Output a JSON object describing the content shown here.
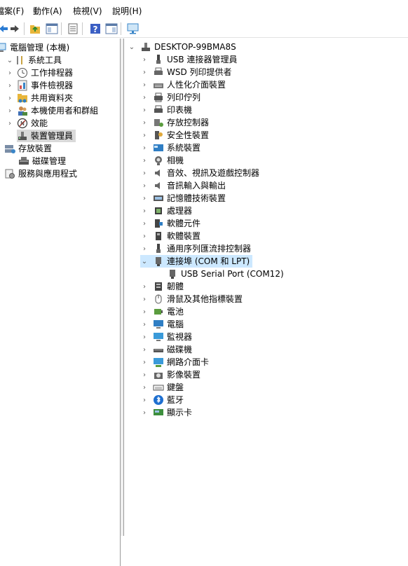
{
  "menu": {
    "file": "檔案(F)",
    "action": "動作(A)",
    "view": "檢視(V)",
    "help": "說明(H)"
  },
  "toolbar": {
    "buttons": [
      "back",
      "forward",
      "up-folder",
      "show-hide-tree",
      "properties",
      "help",
      "show-hide-action-pane",
      "monitor"
    ]
  },
  "left_tree": {
    "root": "電腦管理 (本機)",
    "system_tools": "系統工具",
    "task_scheduler": "工作排程器",
    "event_viewer": "事件檢視器",
    "shared_folders": "共用資料夾",
    "local_users": "本機使用者和群組",
    "performance": "效能",
    "device_manager": "裝置管理員",
    "storage": "存放裝置",
    "disk_management": "磁碟管理",
    "services_apps": "服務與應用程式"
  },
  "device_tree": {
    "computer": "DESKTOP-99BMA8S",
    "categories": [
      "USB 連接器管理員",
      "WSD 列印提供者",
      "人性化介面裝置",
      "列印佇列",
      "印表機",
      "存放控制器",
      "安全性裝置",
      "系統裝置",
      "相機",
      "音效、視訊及遊戲控制器",
      "音訊輸入與輸出",
      "記憶體技術裝置",
      "處理器",
      "軟體元件",
      "軟體裝置",
      "通用序列匯流排控制器",
      "連接埠 (COM 和 LPT)",
      "韌體",
      "滑鼠及其他指標裝置",
      "電池",
      "電腦",
      "監視器",
      "磁碟機",
      "網路介面卡",
      "影像裝置",
      "鍵盤",
      "藍牙",
      "顯示卡"
    ],
    "ports_child": "USB Serial Port (COM12)"
  },
  "colors": {
    "selection_gray": "#d9d9d9",
    "selection_blue": "#cce8ff",
    "border": "#9a9a9a"
  }
}
